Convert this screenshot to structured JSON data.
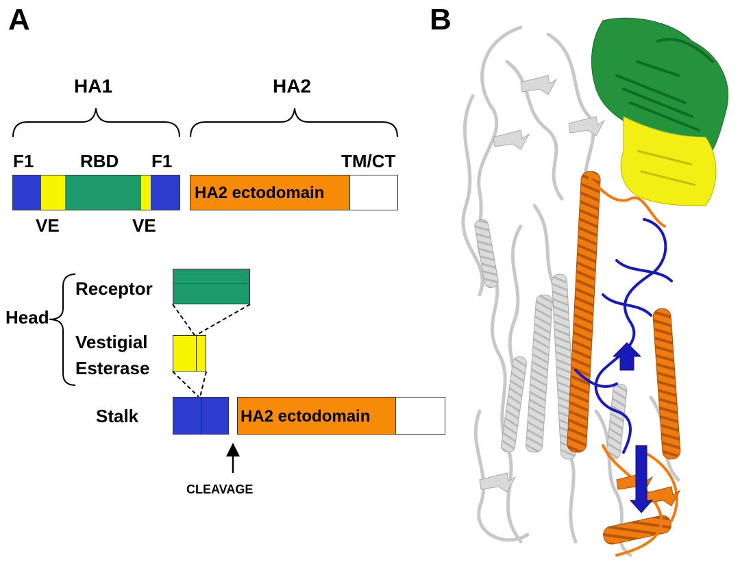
{
  "colors": {
    "fusion": "#2b3ccf",
    "vestigial": "#f7f500",
    "receptor": "#1c9a6c",
    "ha2": "#f78b08",
    "tm": "#ffffff",
    "structure_gray": "#d3d3d3",
    "structure_green": "#138a2e",
    "structure_yellow": "#f3ee14",
    "structure_blue": "#1a1ab8",
    "structure_orange": "#f07b10"
  },
  "panel_a": {
    "letter": "A",
    "ha1_label": "HA1",
    "ha2_label": "HA2",
    "f1_left": "F1",
    "rbd": "RBD",
    "f1_right": "F1",
    "tm_ct": "TM/CT",
    "ve_left": "VE",
    "ve_right": "VE",
    "ha2_ectodomain_top": "HA2 ectodomain",
    "head": "Head",
    "receptor": "Receptor",
    "vestigial_line1": "Vestigial",
    "vestigial_line2": "Esterase",
    "stalk": "Stalk",
    "ha2_ectodomain_bottom": "HA2 ectodomain",
    "cleavage": "CLEAVAGE"
  },
  "panel_b": {
    "letter": "B"
  }
}
